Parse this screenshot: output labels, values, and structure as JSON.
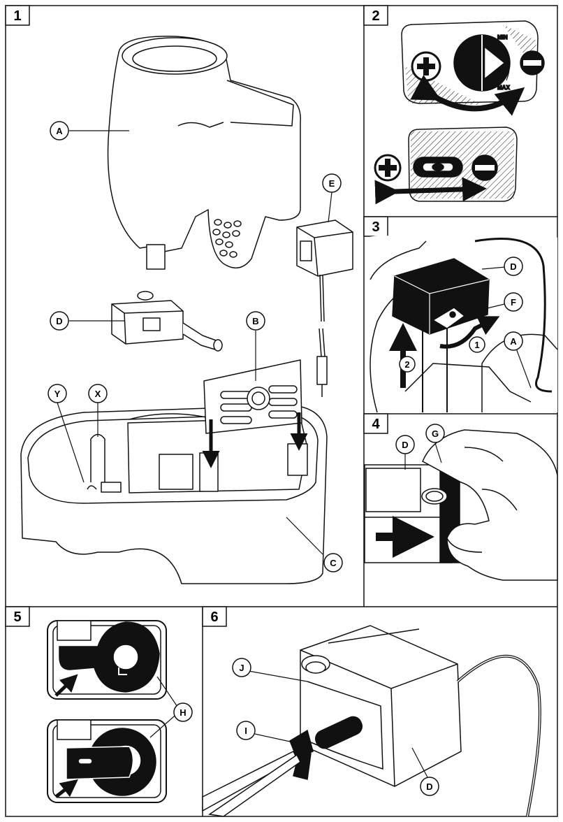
{
  "panels": [
    {
      "number": "1",
      "labels": [
        "A",
        "B",
        "C",
        "D",
        "E",
        "X",
        "Y"
      ]
    },
    {
      "number": "2",
      "dial_min": "MIN",
      "dial_max": "MAX"
    },
    {
      "number": "3",
      "labels": [
        "D",
        "F",
        "A"
      ],
      "steps": [
        "1",
        "2"
      ]
    },
    {
      "number": "4",
      "labels": [
        "D",
        "G"
      ]
    },
    {
      "number": "5",
      "labels": [
        "H"
      ]
    },
    {
      "number": "6",
      "labels": [
        "J",
        "I",
        "D"
      ]
    }
  ],
  "colors": {
    "line": "#111111",
    "fill": "#ffffff",
    "dark": "#111111"
  }
}
